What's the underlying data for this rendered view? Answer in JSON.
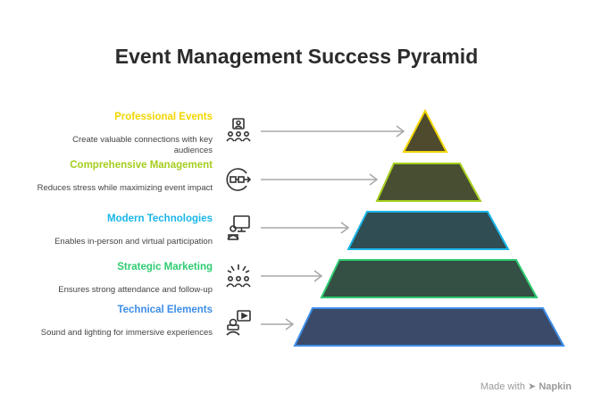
{
  "title": "Event Management Success Pyramid",
  "levels": [
    {
      "label": "Professional Events",
      "description": "Create valuable connections with key audiences",
      "icon": "networking-people-icon",
      "color": "#f2d600",
      "fill": "#4d4a2e"
    },
    {
      "label": "Comprehensive Management",
      "description": "Reduces stress while maximizing event impact",
      "icon": "process-management-icon",
      "color": "#a6ce1f",
      "fill": "#474e31"
    },
    {
      "label": "Modern Technologies",
      "description": "Enables in-person and virtual participation",
      "icon": "virtual-presentation-icon",
      "color": "#1ab6e8",
      "fill": "#2f4d52"
    },
    {
      "label": "Strategic Marketing",
      "description": "Ensures strong attendance and follow-up",
      "icon": "audience-outreach-icon",
      "color": "#2ecc71",
      "fill": "#344f43"
    },
    {
      "label": "Technical Elements",
      "description": "Sound and lighting for immersive experiences",
      "icon": "vr-media-icon",
      "color": "#3d8ee8",
      "fill": "#3b4a68"
    }
  ],
  "watermark": {
    "prefix": "Made with",
    "brand": "Napkin"
  }
}
